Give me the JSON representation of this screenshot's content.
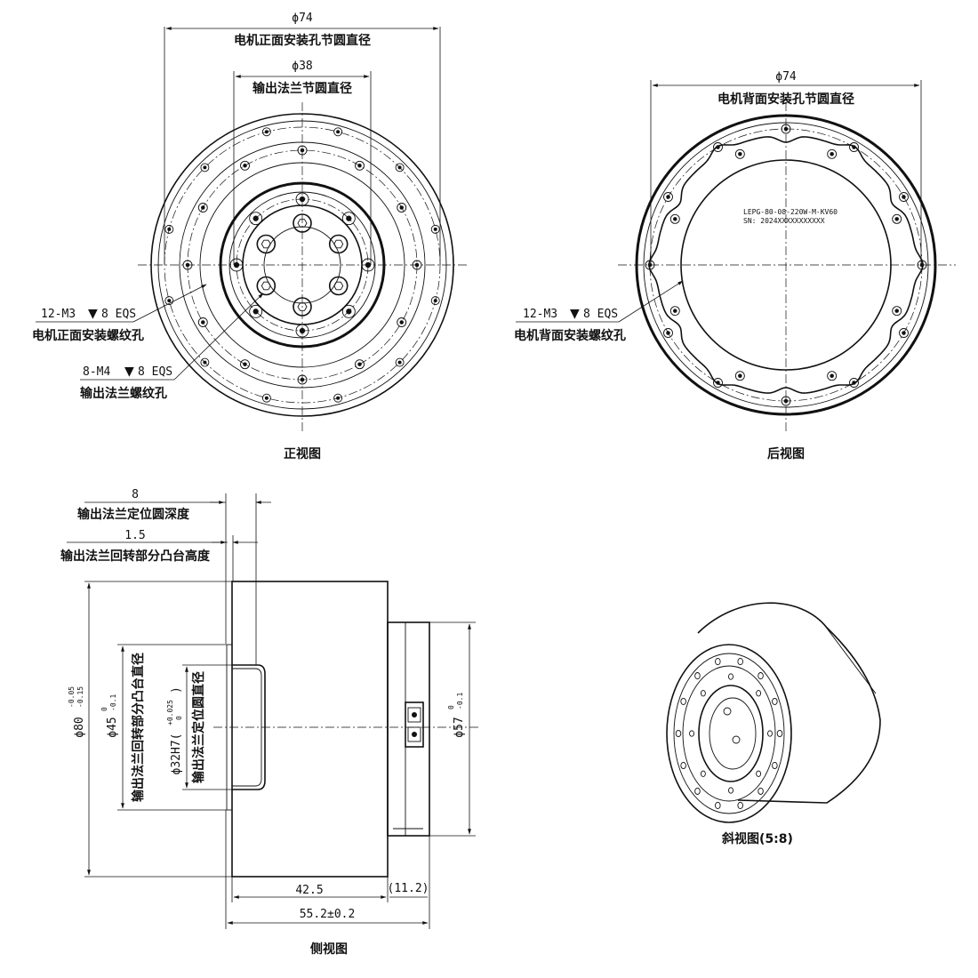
{
  "front": {
    "dim_outer": "ϕ74",
    "dim_outer_desc": "电机正面安装孔节圆直径",
    "dim_inner": "ϕ38",
    "dim_inner_desc": "输出法兰节圆直径",
    "callout1_line1": "12-M3",
    "callout1_depth": "8 EQS",
    "callout1_line2": "电机正面安装螺纹孔",
    "callout2_line1": "8-M4",
    "callout2_depth": "8 EQS",
    "callout2_line2": "输出法兰螺纹孔",
    "caption": "正视图"
  },
  "back": {
    "dim_outer": "ϕ74",
    "dim_outer_desc": "电机背面安装孔节圆直径",
    "label_model": "LEPG-80-08-220W-M-KV60",
    "label_sn": "SN: 2024XXXXXXXXXXX",
    "callout_line1": "12-M3",
    "callout_depth": "8 EQS",
    "callout_line2": "电机背面安装螺纹孔",
    "caption": "后视图"
  },
  "side": {
    "dim_depth": "8",
    "dim_depth_desc": "输出法兰定位圆深度",
    "dim_boss": "1.5",
    "dim_boss_desc": "输出法兰回转部分凸台高度",
    "dim_body_dia": "ϕ80",
    "dim_body_tol_up": "-0.05",
    "dim_body_tol_lo": "-0.15",
    "dim_boss_dia": "ϕ45",
    "dim_boss_tol_up": "0",
    "dim_boss_tol_lo": "-0.1",
    "dim_boss_dia_desc": "输出法兰回转部分凸台直径",
    "dim_locate": "ϕ32H7(",
    "dim_locate_tol_up": "+0.025",
    "dim_locate_tol_lo": "0",
    "dim_locate_close": ")",
    "dim_locate_desc": "输出法兰定位圆直径",
    "dim_rear_dia": "ϕ57",
    "dim_rear_tol_up": "0",
    "dim_rear_tol_lo": "-0.1",
    "dim_len_body": "42.5",
    "dim_len_rear": "(11.2)",
    "dim_len_total": "55.2±0.2",
    "caption": "侧视图"
  },
  "iso": {
    "caption": "斜视图(5:8)"
  }
}
